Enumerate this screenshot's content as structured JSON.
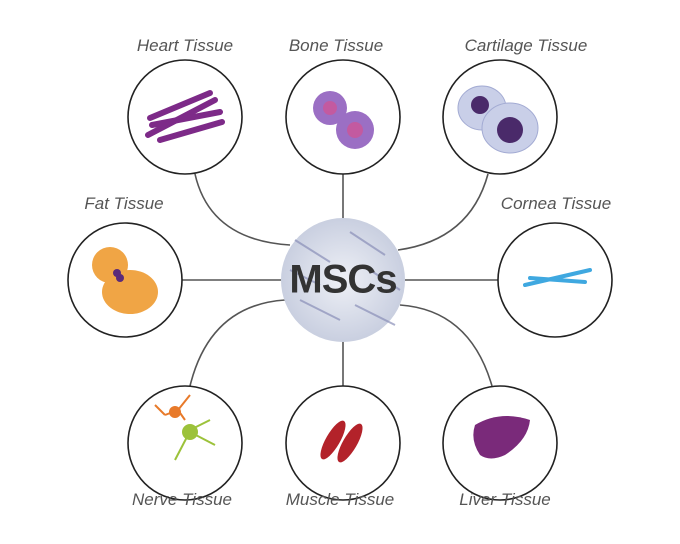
{
  "center": {
    "label": "MSCs"
  },
  "tissues": [
    {
      "label": "Heart Tissue",
      "icon": "heart-muscle-fibers-icon"
    },
    {
      "label": "Bone Tissue",
      "icon": "bone-cells-icon"
    },
    {
      "label": "Cartilage Tissue",
      "icon": "cartilage-cells-icon"
    },
    {
      "label": "Fat Tissue",
      "icon": "fat-cells-icon"
    },
    {
      "label": "Cornea Tissue",
      "icon": "cornea-cells-icon"
    },
    {
      "label": "Nerve Tissue",
      "icon": "nerve-cells-icon"
    },
    {
      "label": "Muscle Tissue",
      "icon": "muscle-cells-icon"
    },
    {
      "label": "Liver Tissue",
      "icon": "liver-icon"
    }
  ]
}
